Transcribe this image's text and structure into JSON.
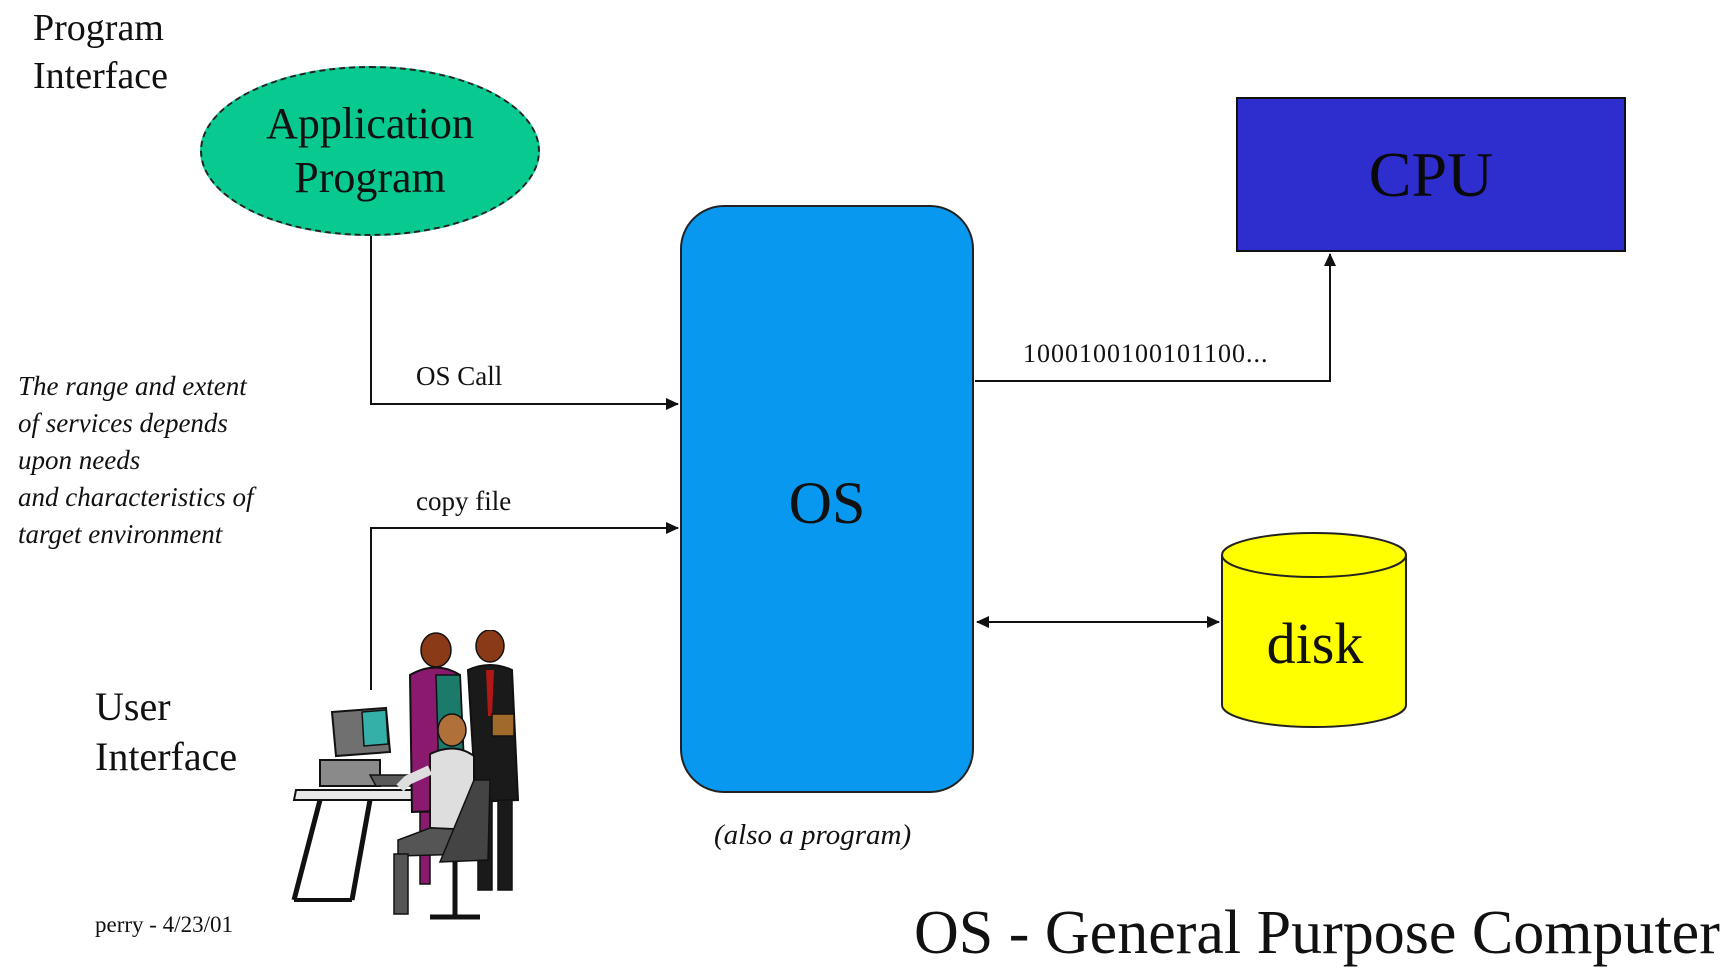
{
  "labels": {
    "program_interface": "Program\nInterface",
    "user_interface": "User\nInterface",
    "services_note": "The range and extent\nof services depends\nupon needs\nand characteristics of\ntarget environment",
    "os_call": "OS Call",
    "copy_file": "copy file",
    "binary_stream": "1000100100101100...",
    "also_program": "(also a program)"
  },
  "nodes": {
    "application": "Application\nProgram",
    "os": "OS",
    "cpu": "CPU",
    "disk": "disk"
  },
  "footer": {
    "author": "perry - 4/23/01",
    "title": "OS - General Purpose Computer"
  },
  "colors": {
    "application_fill": "#08c98f",
    "os_fill": "#0898f0",
    "cpu_fill": "#2e2ecf",
    "disk_fill": "#ffff00"
  },
  "icons": {
    "users_at_computer": "people-at-computer-clipart"
  }
}
